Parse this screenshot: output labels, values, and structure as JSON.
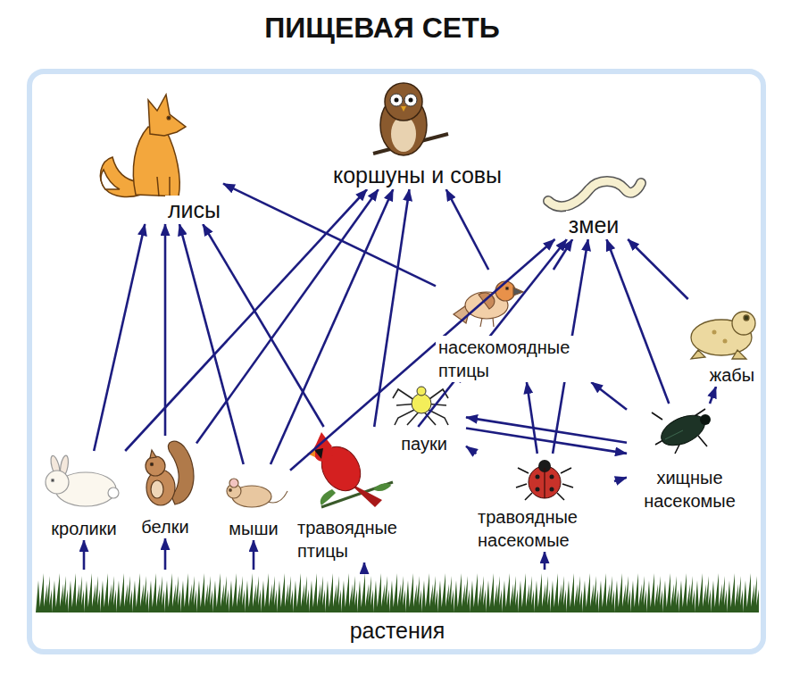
{
  "diagram": {
    "title": "ПИЩЕВАЯ СЕТЬ",
    "nodes": [
      {
        "text": [
          "лисы"
        ]
      },
      {
        "text": [
          "коршуны и совы"
        ]
      },
      {
        "text": [
          "змеи"
        ]
      },
      {
        "text": [
          "насекомоядные птицы"
        ]
      },
      {
        "text": [
          "жабы"
        ]
      },
      {
        "text": [
          "пауки"
        ]
      },
      {
        "text": [
          "хищные насекомые"
        ]
      },
      {
        "text": [
          "кролики"
        ]
      },
      {
        "text": [
          "белки"
        ]
      },
      {
        "text": [
          "мыши"
        ]
      },
      {
        "text": [
          "травоядные птицы"
        ]
      },
      {
        "text": [
          "травоядные насекомые"
        ]
      },
      {
        "text": [
          "растения"
        ]
      }
    ],
    "edges": [
      {
        "from": 12,
        "to": 7,
        "arrow": "to"
      },
      {
        "from": 12,
        "to": 8,
        "arrow": "to"
      },
      {
        "from": 12,
        "to": 9,
        "arrow": "to"
      },
      {
        "from": 12,
        "to": 10,
        "arrow": "to"
      },
      {
        "from": 12,
        "to": 11,
        "arrow": "to"
      },
      {
        "from": 7,
        "to": 0,
        "arrow": "to"
      },
      {
        "from": 7,
        "to": 1,
        "arrow": "to"
      },
      {
        "from": 8,
        "to": 0,
        "arrow": "to"
      },
      {
        "from": 8,
        "to": 1,
        "arrow": "to"
      },
      {
        "from": 9,
        "to": 0,
        "arrow": "to"
      },
      {
        "from": 9,
        "to": 1,
        "arrow": "to"
      },
      {
        "from": 9,
        "to": 2,
        "arrow": "to"
      },
      {
        "from": 10,
        "to": 0,
        "arrow": "to"
      },
      {
        "from": 10,
        "to": 1,
        "arrow": "to"
      },
      {
        "from": 10,
        "to": 2,
        "arrow": "to"
      },
      {
        "from": 3,
        "to": 0,
        "arrow": "to"
      },
      {
        "from": 3,
        "to": 1,
        "arrow": "to"
      },
      {
        "from": 3,
        "to": 2,
        "arrow": "to"
      },
      {
        "from": 5,
        "to": 3,
        "arrow": "to"
      },
      {
        "from": 11,
        "to": 5,
        "arrow": "to"
      },
      {
        "from": 11,
        "to": 3,
        "arrow": "to"
      },
      {
        "from": 11,
        "to": 6,
        "arrow": "to"
      },
      {
        "from": 11,
        "to": 2,
        "arrow": "to"
      },
      {
        "from": 6,
        "to": 5,
        "arrow": "to"
      },
      {
        "from": 5,
        "to": 6,
        "arrow": "to"
      },
      {
        "from": 6,
        "to": 3,
        "arrow": "to"
      },
      {
        "from": 6,
        "to": 2,
        "arrow": "to"
      },
      {
        "from": 6,
        "to": 4,
        "arrow": "to"
      },
      {
        "from": 4,
        "to": 2,
        "arrow": "to"
      }
    ]
  }
}
